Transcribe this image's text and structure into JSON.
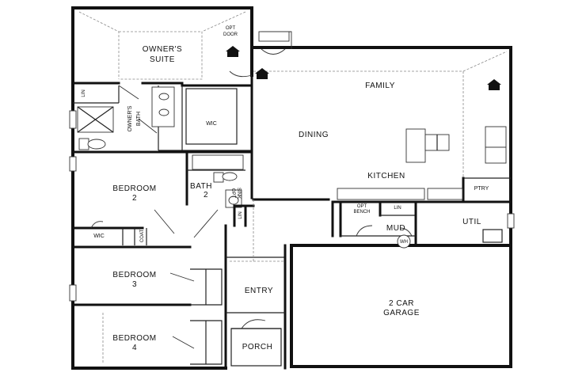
{
  "rooms": {
    "owners_suite_line1": "OWNER'S",
    "owners_suite_line2": "SUITE",
    "opt_door_line1": "OPT",
    "opt_door_line2": "DOOR",
    "owners_bath_line1": "OWNER'S",
    "owners_bath_line2": "BATH",
    "lin_owner": "LIN",
    "wic_owner": "WIC",
    "family": "FAMILY",
    "dining": "DINING",
    "kitchen": "KITCHEN",
    "ptry": "PTRY",
    "bedroom2_line1": "BEDROOM",
    "bedroom2_line2": "2",
    "bath2_line1": "BATH",
    "bath2_line2": "2",
    "opt_sink_line1": "OPT",
    "opt_sink_line2": "SINK",
    "lin_bath": "LIN",
    "wic_bed2": "WIC",
    "coat": "COAT",
    "opt_bench_line1": "OPT",
    "opt_bench_line2": "BENCH",
    "lin_mud": "LIN",
    "mud": "MUD",
    "util": "UTIL",
    "wh": "WH",
    "bedroom3_line1": "BEDROOM",
    "bedroom3_line2": "3",
    "entry": "ENTRY",
    "garage_line1": "2 CAR",
    "garage_line2": "GARAGE",
    "bedroom4_line1": "BEDROOM",
    "bedroom4_line2": "4",
    "porch": "PORCH"
  },
  "icons": [
    "house-icon",
    "house-icon",
    "house-icon",
    "house-icon"
  ],
  "colors": {
    "wall": "#111111",
    "background": "#ffffff",
    "dashed": "#888888"
  }
}
